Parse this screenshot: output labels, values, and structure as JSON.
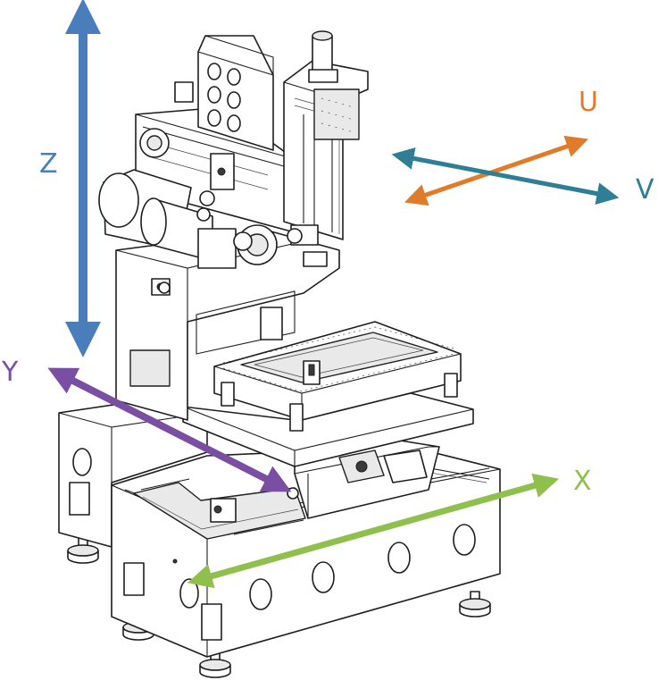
{
  "axes": [
    {
      "id": "z",
      "label": "Z",
      "color": "#4a7ebb"
    },
    {
      "id": "y",
      "label": "Y",
      "color": "#7a4fa3"
    },
    {
      "id": "x",
      "label": "X",
      "color": "#8fbf4d"
    },
    {
      "id": "u",
      "label": "U",
      "color": "#e07b2a"
    },
    {
      "id": "v",
      "label": "V",
      "color": "#2e7f96"
    }
  ]
}
